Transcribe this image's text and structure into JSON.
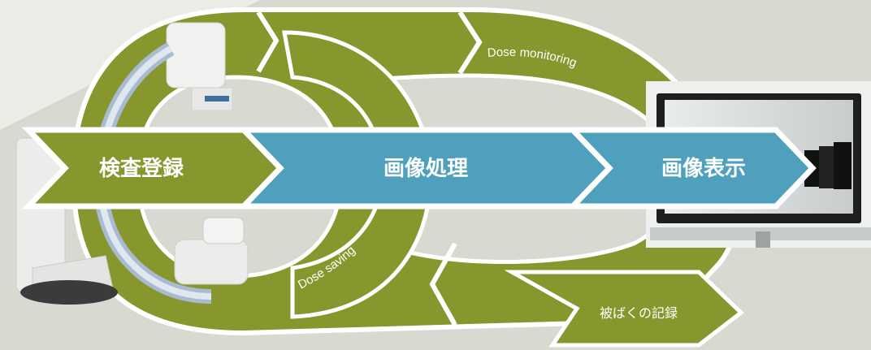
{
  "colors": {
    "background": "#d9d9d2",
    "olive": "#87972d",
    "teal": "#4fa0bc",
    "outline": "#ffffff"
  },
  "workflow_steps": [
    {
      "label": "検査登録",
      "color": "#87972d"
    },
    {
      "label": "画像処理",
      "color": "#4fa0bc"
    },
    {
      "label": "画像表示",
      "color": "#4fa0bc"
    }
  ],
  "loop": {
    "top_label": "Dose monitoring",
    "bottom_label": "Dose saving",
    "exit_label": "被ばくの記録"
  },
  "images": {
    "left": "x-ray-c-arm-system",
    "right": "monitor-display"
  }
}
